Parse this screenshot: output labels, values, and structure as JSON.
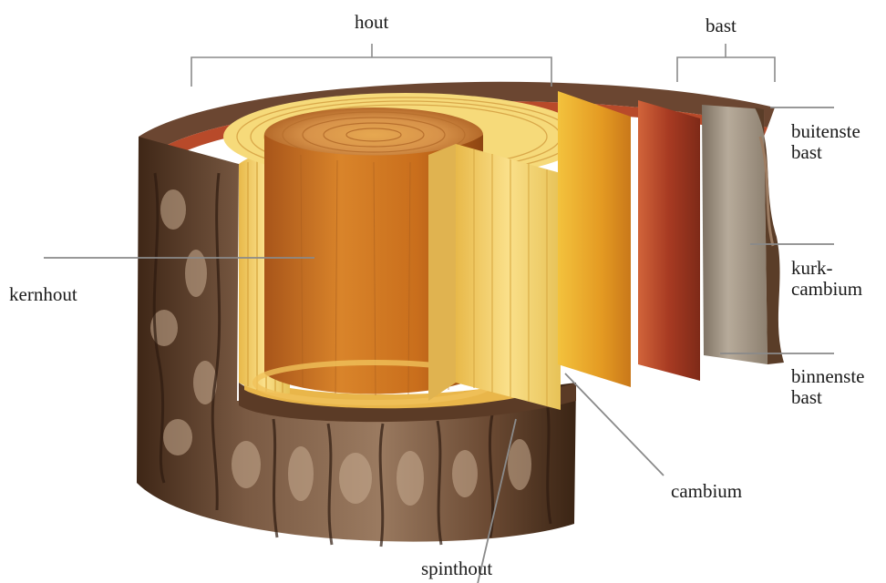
{
  "labels": {
    "hout": "hout",
    "bast": "bast",
    "buitenste_bast": [
      "buitenste",
      "bast"
    ],
    "kurkcambium": [
      "kurk-",
      "cambium"
    ],
    "binnenste_bast": [
      "binnenste",
      "bast"
    ],
    "kernhout": "kernhout",
    "cambium": "cambium",
    "spinthout": "spinthout"
  },
  "colors": {
    "bark_dark": "#4a2e1c",
    "bark_light": "#8a6a52",
    "heartwood": "#c9761f",
    "sapwood": "#f2d36a",
    "cambium_layer": "#e9a227",
    "inner_bark": "#b8472a",
    "outer_bark": "#a89a88",
    "leader_line": "#8a8a8a"
  }
}
